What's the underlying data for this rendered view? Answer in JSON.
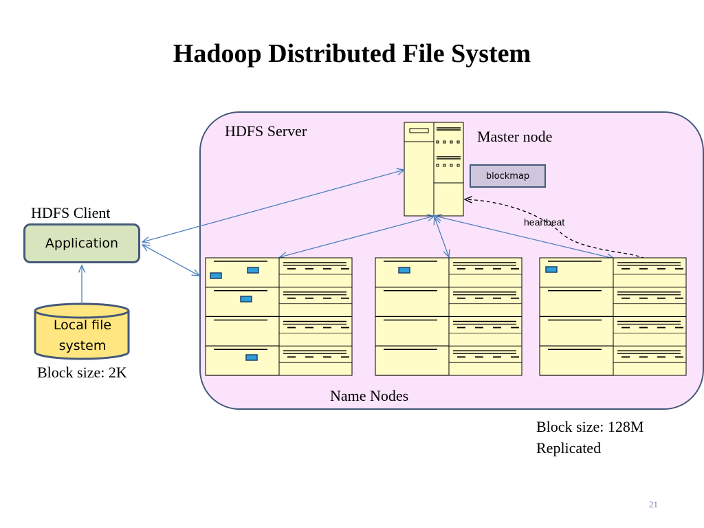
{
  "title": "Hadoop Distributed File System",
  "server": {
    "label": "HDFS Server"
  },
  "master": {
    "label": "Master node",
    "blockmap": "blockmap"
  },
  "client": {
    "label": "HDFS Client",
    "application": "Application",
    "local_fs": "Local file system"
  },
  "heartbeat": "heartbeat",
  "name_nodes": {
    "label": "Name Nodes",
    "count": 3
  },
  "block_size_local": "Block size: 2K",
  "block_size_hdfs": [
    "Block size: 128M",
    "Replicated"
  ],
  "page_number": "21",
  "colors": {
    "server_fill": "#fbe3fb",
    "border": "#44587a",
    "application_fill": "#d7e4bd",
    "blockmap_fill": "#cfc6de",
    "rack_fill": "#fffcc8",
    "local_fs_fill": "#ffe680",
    "arrow": "#4f81bd",
    "drive_light": "#2f9fd8"
  }
}
